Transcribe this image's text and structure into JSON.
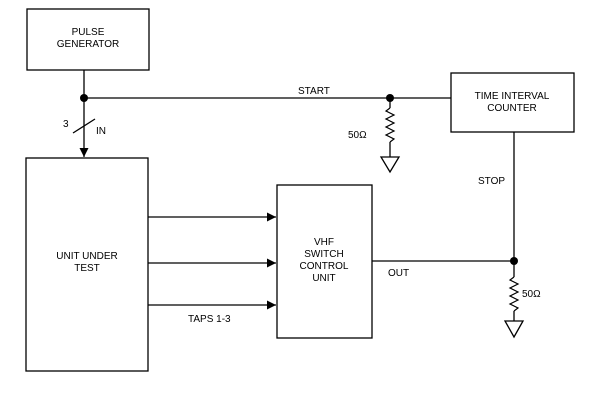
{
  "blocks": {
    "pulse_generator": [
      "PULSE",
      "GENERATOR"
    ],
    "time_interval_counter": [
      "TIME INTERVAL",
      "COUNTER"
    ],
    "unit_under_test": [
      "UNIT UNDER",
      "TEST"
    ],
    "vhf_switch": [
      "VHF",
      "SWITCH",
      "CONTROL",
      "UNIT"
    ]
  },
  "signals": {
    "start": "START",
    "stop": "STOP",
    "out": "OUT",
    "in": "IN",
    "bus_width": "3",
    "taps": "TAPS 1-3"
  },
  "terminations": {
    "start_resistor": "50Ω",
    "out_resistor": "50Ω"
  }
}
